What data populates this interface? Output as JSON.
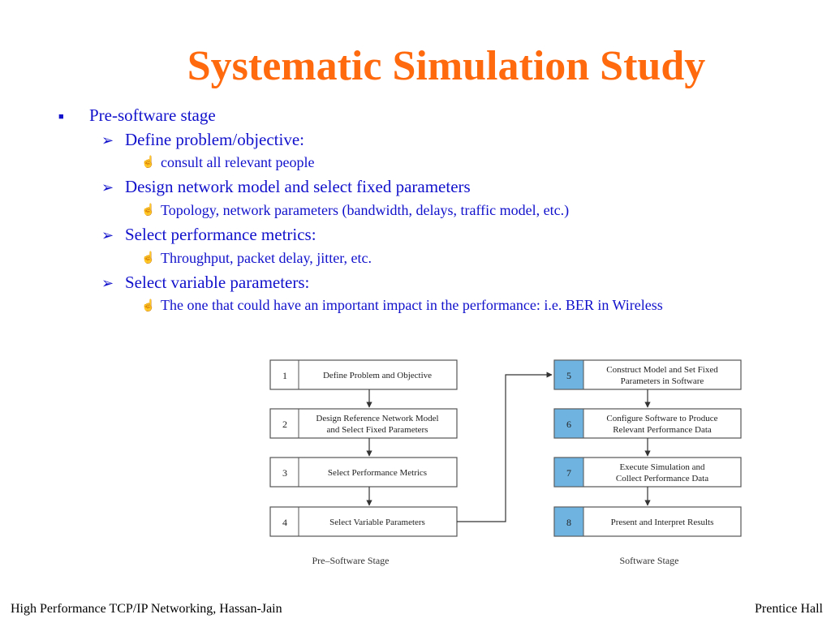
{
  "slide": {
    "title": "Systematic Simulation Study",
    "title_color": "#ff6a0f",
    "text_color": "#1111cc"
  },
  "bullets": {
    "level1": "Pre-software stage",
    "items": [
      {
        "heading": "Define problem/objective:",
        "sub": "consult all relevant people"
      },
      {
        "heading": "Design network model and select fixed parameters",
        "sub": "Topology, network parameters (bandwidth, delays, traffic model, etc.)"
      },
      {
        "heading": "Select performance metrics:",
        "sub": "Throughput, packet delay, jitter, etc."
      },
      {
        "heading": "Select variable parameters:",
        "sub": "The one that could have an important impact in the performance: i.e. BER in Wireless"
      }
    ]
  },
  "icons": {
    "level1_marker": "square-bullet-icon",
    "level2_marker": "arrowhead-bullet-icon",
    "level3_marker": "pointing-hand-icon"
  },
  "diagram": {
    "pre_software": {
      "caption": "Pre–Software Stage",
      "steps": [
        {
          "num": "1",
          "lines": [
            "Define Problem and Objective"
          ]
        },
        {
          "num": "2",
          "lines": [
            "Design Reference Network Model",
            "and Select Fixed Parameters"
          ]
        },
        {
          "num": "3",
          "lines": [
            "Select Performance Metrics"
          ]
        },
        {
          "num": "4",
          "lines": [
            "Select Variable Parameters"
          ]
        }
      ]
    },
    "software": {
      "caption": "Software Stage",
      "number_fill": "#6fb3e0",
      "steps": [
        {
          "num": "5",
          "lines": [
            "Construct Model and Set Fixed",
            "Parameters in Software"
          ]
        },
        {
          "num": "6",
          "lines": [
            "Configure Software to Produce",
            "Relevant Performance Data"
          ]
        },
        {
          "num": "7",
          "lines": [
            "Execute Simulation and",
            "Collect Performance Data"
          ]
        },
        {
          "num": "8",
          "lines": [
            "Present and Interpret Results"
          ]
        }
      ]
    }
  },
  "footer": {
    "left": "High Performance TCP/IP Networking, Hassan-Jain",
    "right": "Prentice Hall"
  }
}
